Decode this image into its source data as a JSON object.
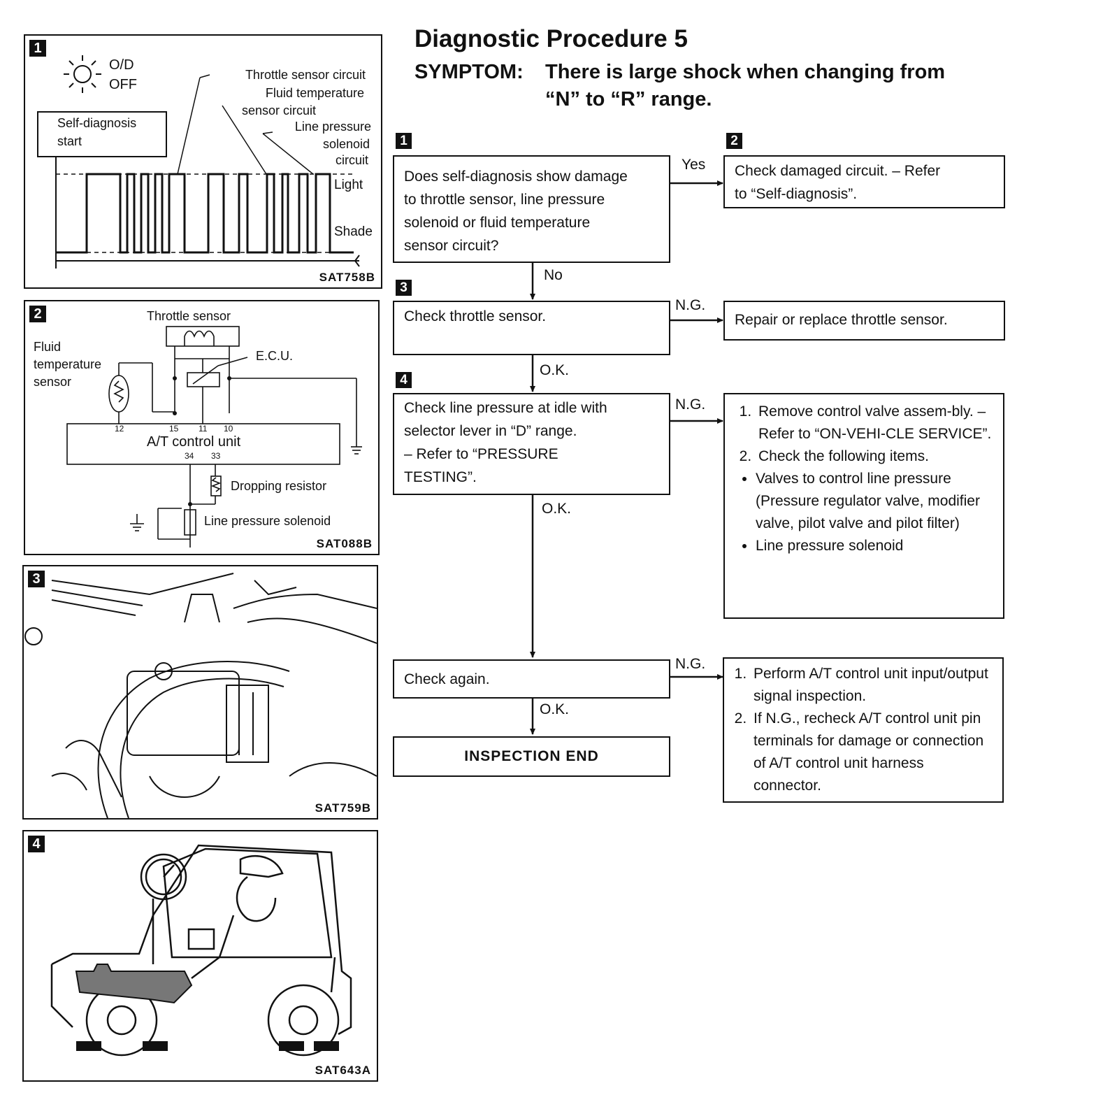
{
  "panels": {
    "p1": {
      "number": "1",
      "od_label": "O/D",
      "off_label": "OFF",
      "start_box": [
        "Self-diagnosis",
        "start"
      ],
      "labels": {
        "throttle": "Throttle sensor circuit",
        "fluid_1": "Fluid temperature",
        "fluid_2": "sensor circuit",
        "line_1": "Line pressure",
        "line_2": "solenoid",
        "line_3": "circuit",
        "light": "Light",
        "shade": "Shade"
      },
      "figure_id": "SAT758B"
    },
    "p2": {
      "number": "2",
      "throttle_sensor": "Throttle sensor",
      "ecu": "E.C.U.",
      "fluid_1": "Fluid",
      "fluid_2": "temperature",
      "fluid_3": "sensor",
      "pins": [
        "12",
        "15",
        "11",
        "10"
      ],
      "pins_bottom": [
        "34",
        "33"
      ],
      "control_unit": "A/T control unit",
      "dropping_resistor": "Dropping resistor",
      "line_pressure_solenoid": "Line pressure solenoid",
      "figure_id": "SAT088B"
    },
    "p3": {
      "number": "3",
      "figure_id": "SAT759B"
    },
    "p4": {
      "number": "4",
      "figure_id": "SAT643A"
    }
  },
  "header": {
    "title": "Diagnostic Procedure 5",
    "symptom_label": "SYMPTOM:",
    "symptom_line1": "There is large shock when changing from",
    "symptom_line2": "“N” to “R” range."
  },
  "flow": {
    "step1": {
      "number": "1",
      "lines": [
        "Does self-diagnosis show damage",
        "to throttle sensor, line pressure",
        "solenoid or fluid temperature",
        "sensor circuit?"
      ]
    },
    "step2": {
      "number": "2",
      "lines": [
        "Check damaged circuit. – Refer",
        "to “Self-diagnosis”."
      ]
    },
    "step3": {
      "number": "3",
      "text": "Check throttle sensor."
    },
    "step3_ng": {
      "text": "Repair or replace throttle sensor."
    },
    "step4": {
      "number": "4",
      "lines": [
        "Check line pressure at idle with",
        "selector lever in “D” range.",
        "– Refer to “PRESSURE",
        "TESTING”."
      ]
    },
    "step4_ng": {
      "items": [
        "Remove control valve assem-bly. – Refer to “ON-VEHI-CLE SERVICE”.",
        "Check the following items."
      ],
      "bullets": [
        "Valves to control line pressure (Pressure regulator valve, modifier valve, pilot valve and pilot filter)",
        "Line pressure solenoid"
      ]
    },
    "check_again": {
      "text": "Check again."
    },
    "check_again_ng": {
      "items": [
        "Perform A/T control unit input/output signal inspection.",
        "If N.G., recheck A/T control unit pin terminals for damage or connection of A/T control unit harness connector."
      ]
    },
    "end": {
      "text": "INSPECTION END"
    },
    "edges": {
      "yes": "Yes",
      "no": "No",
      "ng1": "N.G.",
      "ok1": "O.K.",
      "ng2": "N.G.",
      "ok2": "O.K.",
      "ng3": "N.G.",
      "ok3": "O.K."
    }
  }
}
